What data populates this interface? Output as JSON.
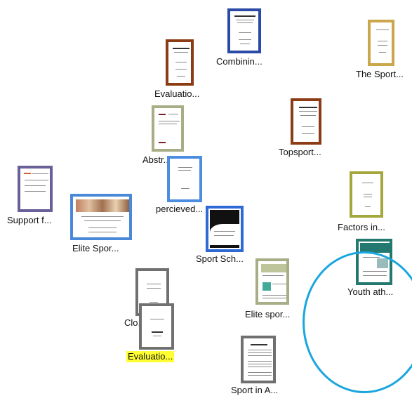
{
  "documents": [
    {
      "id": "combining",
      "label": "Combinin...",
      "frame_color": "#2b4aa8"
    },
    {
      "id": "the-sport",
      "label": "The Sport...",
      "frame_color": "#c9a74a"
    },
    {
      "id": "evaluation-top",
      "label": "Evaluatio...",
      "frame_color": "#8b3c14"
    },
    {
      "id": "topsport",
      "label": "Topsport...",
      "frame_color": "#8b3c14"
    },
    {
      "id": "abstract",
      "label": "Abstr...",
      "frame_color": "#a9ad86"
    },
    {
      "id": "percieved",
      "label": "percieved...",
      "frame_color": "#4d8de0"
    },
    {
      "id": "support",
      "label": "Support f...",
      "frame_color": "#6b5f99"
    },
    {
      "id": "elite-sport",
      "label": "Elite Spor...",
      "frame_color": "#4a88d8"
    },
    {
      "id": "factors",
      "label": "Factors in...",
      "frame_color": "#a4a83c"
    },
    {
      "id": "sport-sch",
      "label": "Sport Sch...",
      "frame_color": "#2e6ad6"
    },
    {
      "id": "youth-ath",
      "label": "Youth ath...",
      "frame_color": "#23796f"
    },
    {
      "id": "elite-spor-lower",
      "label": "Elite spor...",
      "frame_color": "#a9ad86"
    },
    {
      "id": "clo",
      "label": "Clo...p...",
      "frame_color": "#707070"
    },
    {
      "id": "evaluation-selected",
      "label": "Evaluatio...",
      "frame_color": "#707070",
      "selected": true
    },
    {
      "id": "sport-in-a",
      "label": "Sport in A...",
      "frame_color": "#707070"
    }
  ],
  "selection_circle_color": "#1aa6df",
  "selected_highlight_color": "#ffff33"
}
